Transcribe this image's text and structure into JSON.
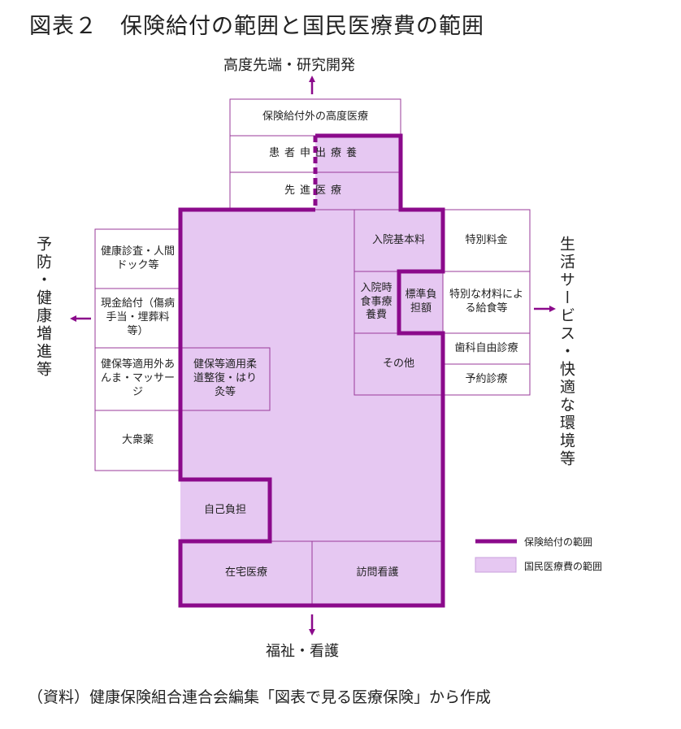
{
  "title": "図表２　保険給付の範囲と国民医療費の範囲",
  "directions": {
    "top": "高度先端・研究開発",
    "bottom": "福祉・看護",
    "left": "予防・健康増進等",
    "right": "生活サービス・快適な環境等"
  },
  "cells": {
    "high_advanced": "保険給付外の高度医療",
    "patient_request": "患者申出療養",
    "advanced_medical": "先進医療",
    "hospital_basic": "入院基本料",
    "special_fee": "特別料金",
    "inpatient_meal": "入院時食事療養費",
    "standard_burden": "標準負担額",
    "special_material": "特別な材料による給食等",
    "dental_free": "歯科自由診療",
    "other": "その他",
    "reserved_visit": "予約診療",
    "health_check": "健康診査・人間ドック等",
    "cash_benefit": "現金給付（傷病手当・埋葬料等）",
    "massage_outside": "健保等適用外あんま・マッサージ",
    "judo_acu": "健保等適用柔道整復・はり灸等",
    "otc_drugs": "大衆薬",
    "self_pay": "自己負担",
    "home_medical": "在宅医療",
    "visit_nursing": "訪問看護"
  },
  "legend": {
    "benefit_scope": "保険給付の範囲",
    "national_cost_scope": "国民医療費の範囲"
  },
  "source": "（資料）健康保険組合連合会編集「図表で見る医療保険」から作成",
  "colors": {
    "accent": "#8b0a8b",
    "fill": "#e6c8f2",
    "thin_border": "#9a3a9a"
  }
}
